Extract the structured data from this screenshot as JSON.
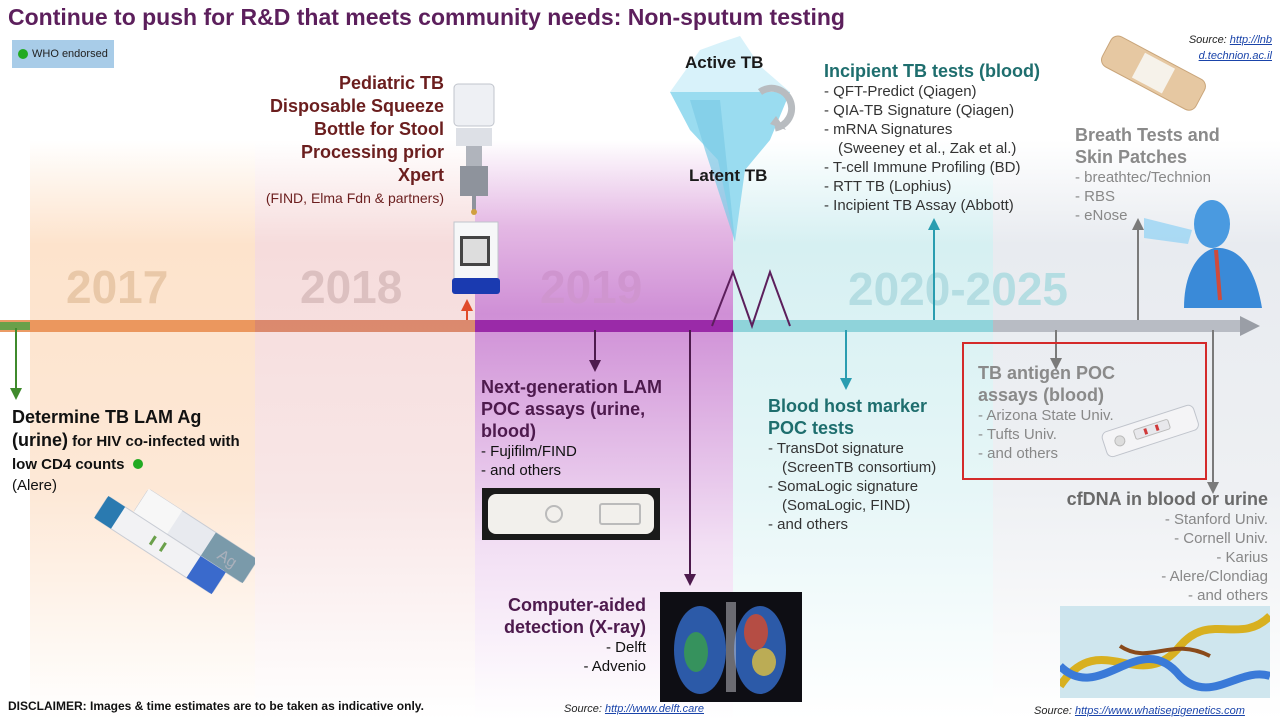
{
  "title": "Continue to push for R&D that meets community needs: Non-sputum testing",
  "legend": {
    "label": "WHO endorsed",
    "color": "#22aa22"
  },
  "years": [
    "2017",
    "2018",
    "2019",
    "2020-2025"
  ],
  "iceberg": {
    "top_label": "Active TB",
    "bottom_label": "Latent TB"
  },
  "items": {
    "determine": {
      "title_bold": "Determine TB LAM Ag (urine)",
      "title_rest": " for HIV co-infected with low CD4 counts",
      "maker": "(Alere)",
      "strip_text": "Ag"
    },
    "pediatric": {
      "title": "Pediatric TB Disposable Squeeze Bottle for Stool Processing prior Xpert",
      "partners": "(FIND, Elma Fdn & partners)"
    },
    "nextgen": {
      "title": "Next-generation LAM POC assays (urine, blood)",
      "list": [
        "- Fujifilm/FIND",
        "- and others"
      ]
    },
    "cad": {
      "title": "Computer-aided detection (X-ray)",
      "list": [
        "- Delft",
        "- Advenio"
      ],
      "source_label": "Source: ",
      "source_url": "http://www.delft.care"
    },
    "incipient": {
      "title": "Incipient TB tests (blood)",
      "list": [
        "- QFT-Predict (Qiagen)",
        "- QIA-TB Signature (Qiagen)",
        "- mRNA Signatures",
        "(Sweeney et al., Zak et al.)",
        "- T-cell Immune Profiling (BD)",
        "- RTT TB (Lophius)",
        "- Incipient TB Assay (Abbott)"
      ]
    },
    "blood_host": {
      "title": "Blood host marker POC tests",
      "list": [
        "- TransDot signature",
        "(ScreenTB consortium)",
        "- SomaLogic signature",
        "(SomaLogic, FIND)",
        "- and others"
      ]
    },
    "antigen": {
      "title": "TB antigen POC assays (blood)",
      "list": [
        "- Arizona State Univ.",
        "- Tufts Univ.",
        "- and others"
      ]
    },
    "breath": {
      "title": "Breath Tests and Skin Patches",
      "list": [
        "- breathtec/Technion",
        "- RBS",
        "- eNose"
      ],
      "source_label": "Source: ",
      "source_url": "http://lnbd.technion.ac.il"
    },
    "cfdna": {
      "title": "cfDNA in blood or urine",
      "list": [
        "- Stanford Univ.",
        "- Cornell Univ.",
        "- Karius",
        "- Alere/Clondiag",
        "- and others"
      ],
      "source_label": "Source: ",
      "source_url": "https://www.whatisepigenetics.com"
    }
  },
  "disclaimer": "DISCLAIMER: Images & time estimates are to be taken as indicative only."
}
